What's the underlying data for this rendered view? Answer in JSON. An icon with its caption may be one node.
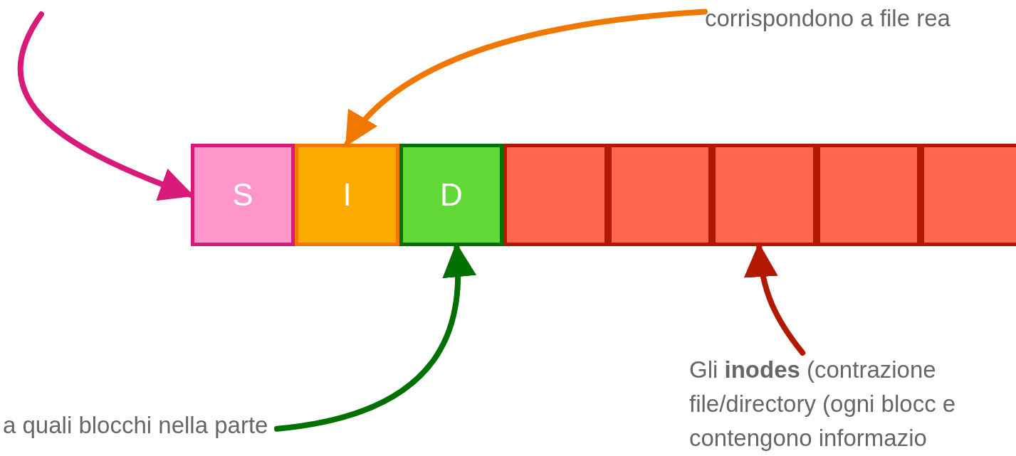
{
  "diagram": {
    "nodes": [
      {
        "text": [
          "corrispondono a file rea"
        ]
      },
      {
        "text": [
          "S"
        ]
      },
      {
        "text": [
          "I"
        ]
      },
      {
        "text": [
          "D"
        ]
      },
      {
        "text": [],
        "shape": "box"
      },
      {
        "text": [],
        "shape": "box"
      },
      {
        "text": [],
        "shape": "box"
      },
      {
        "text": [],
        "shape": "box"
      },
      {
        "text": [],
        "shape": "box"
      },
      {
        "text": [
          "Gli **inodes** (contrazione file/directory (ogni blocc e contengono informazio"
        ]
      },
      {
        "text": [
          "a quali blocchi nella parte"
        ]
      }
    ],
    "edges": [
      {
        "from": null,
        "to": 1,
        "arrow": "to",
        "color": "#d81b7a"
      },
      {
        "from": 0,
        "to": 2,
        "arrow": "to",
        "color": "#f07800"
      },
      {
        "from": 10,
        "to": 3,
        "arrow": "to",
        "color": "#007000"
      },
      {
        "from": 9,
        "to": 6,
        "arrow": "to",
        "color": "#b31800"
      }
    ]
  }
}
